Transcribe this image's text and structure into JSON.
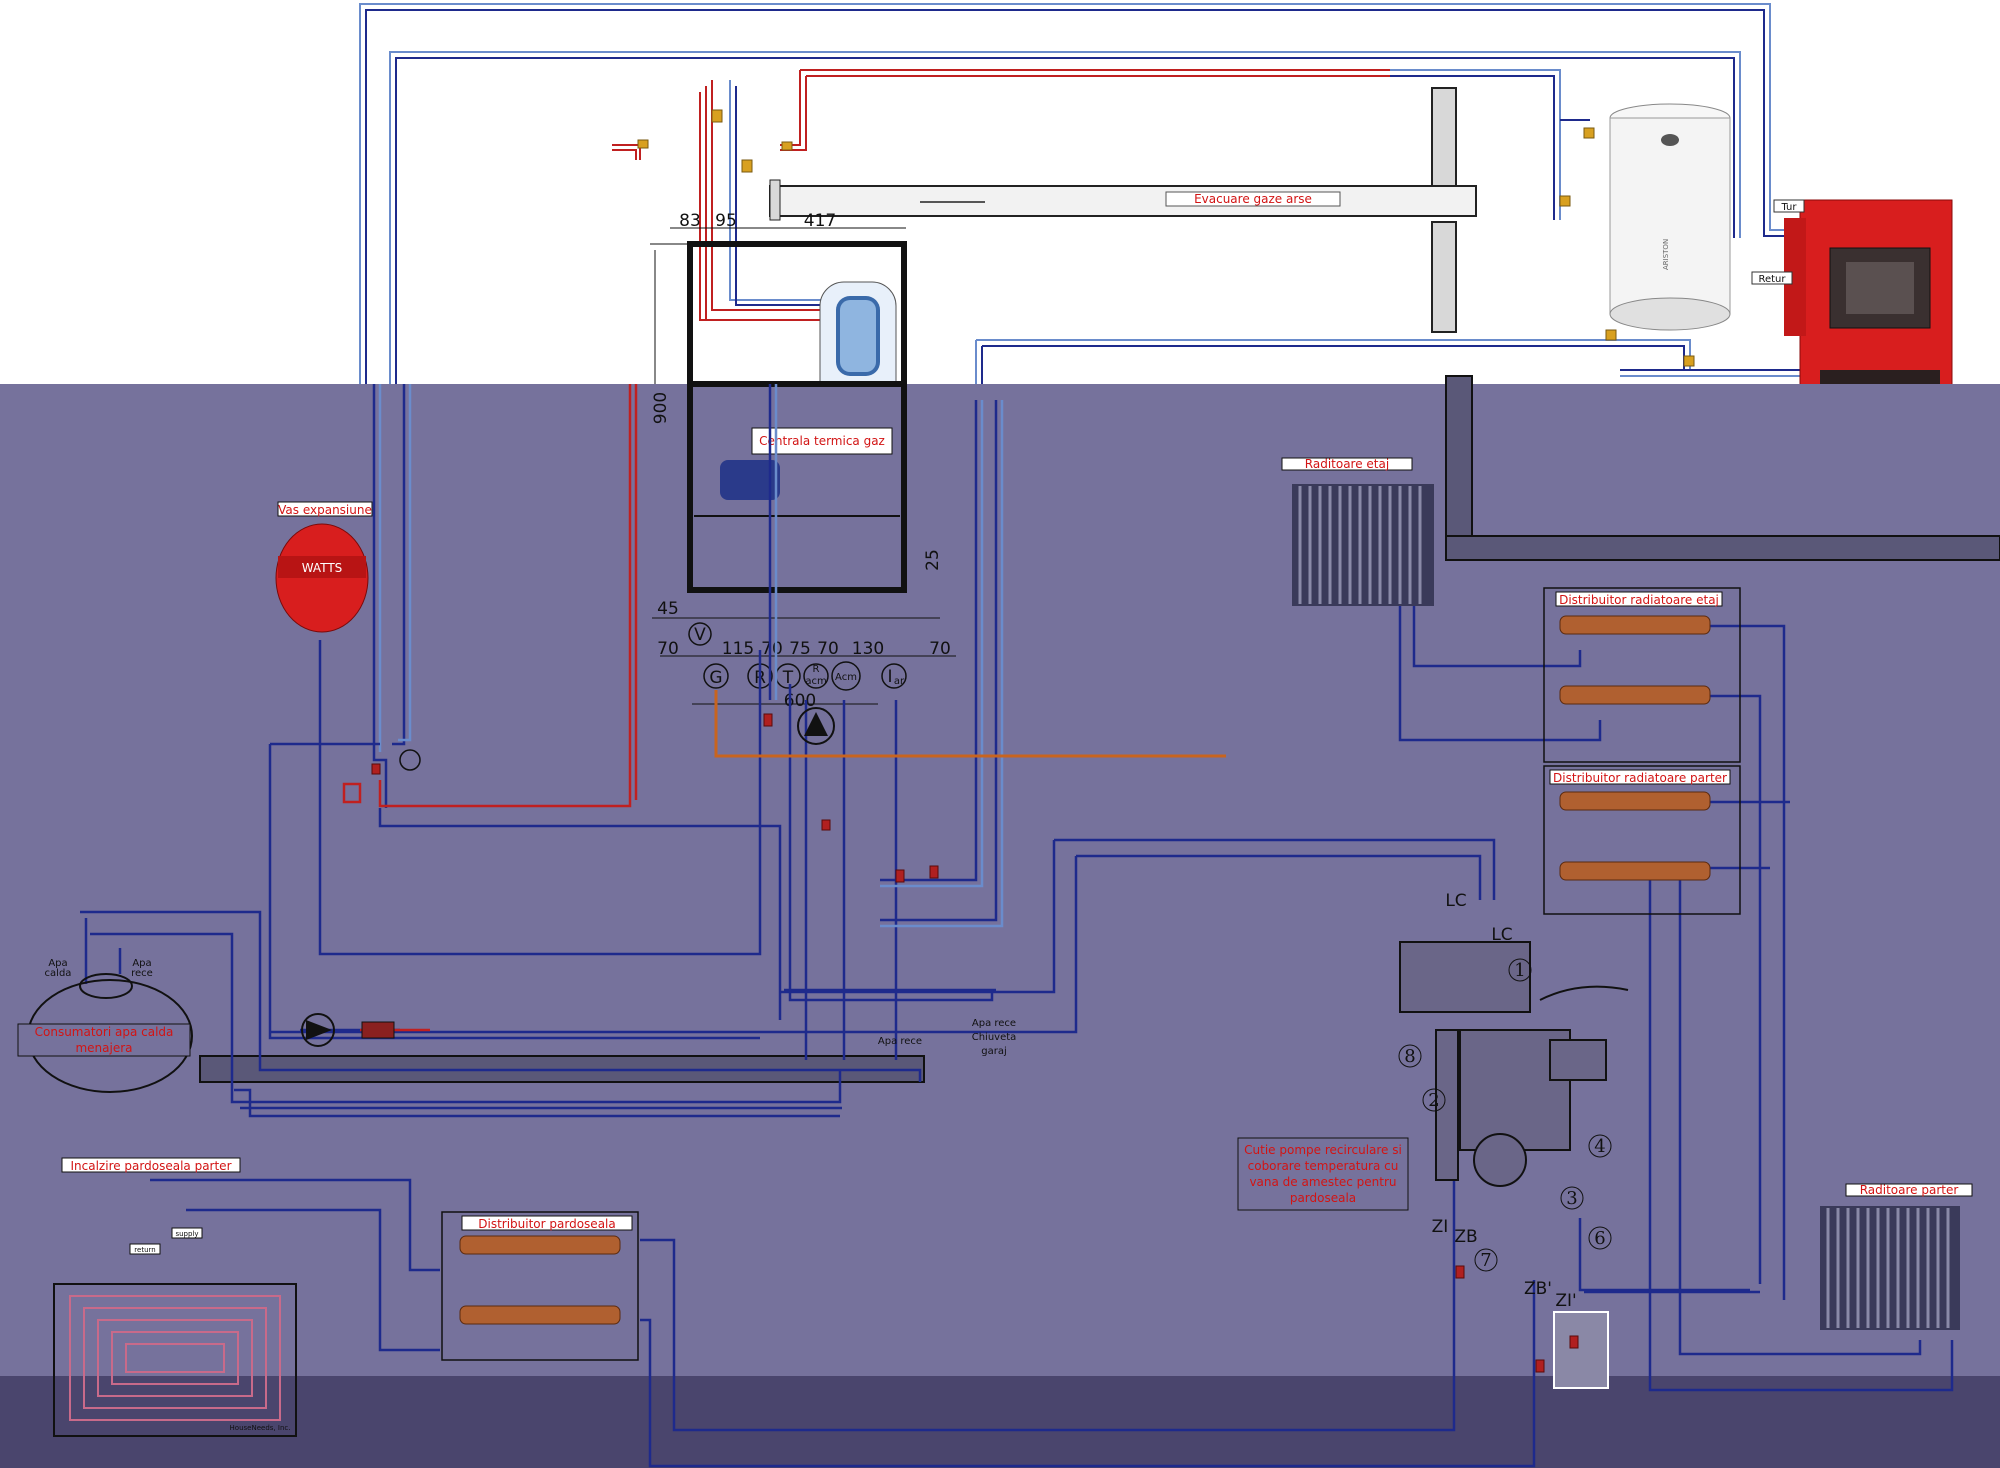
{
  "labels": {
    "evacuare": "Evacuare gaze arse",
    "centrala": "Centrala termica gaz",
    "vas": "Vas expansiune",
    "raditoare_etaj": "Raditoare etaj",
    "raditoare_parter": "Raditoare parter",
    "distrib_etaj": "Distribuitor radiatoare etaj",
    "distrib_parter": "Distribuitor radiatoare parter",
    "distrib_pardoseala": "Distribuitor pardoseala",
    "incalzire_pardoseala": "Incalzire pardoseala parter",
    "consumatori_1": "Consumatori apa calda",
    "consumatori_2": "menajera",
    "cutie_1": "Cutie pompe recirculare si",
    "cutie_2": "coborare temperatura cu",
    "cutie_3": "vana de amestec pentru",
    "cutie_4": "pardoseala",
    "tur": "Tur",
    "retur": "Retur",
    "apa_calda_1": "Apa",
    "apa_calda_2": "calda",
    "apa_rece_1": "Apa",
    "apa_rece_2": "rece",
    "apa_rece_main": "Apa rece",
    "apa_rece_chiuveta_1": "Apa rece",
    "apa_rece_chiuveta_2": "Chiuveta",
    "apa_rece_chiuveta_3": "garaj",
    "return_tag": "return",
    "supply_tag": "supply",
    "watts": "WATTS",
    "heat_brand": "HouseNeeds, Inc."
  },
  "dimensions": {
    "d83": "83",
    "d95": "95",
    "d417": "417",
    "d900": "900",
    "d25": "25",
    "d45": "45",
    "d70a": "70",
    "d115": "115",
    "d70b": "70",
    "d75": "75",
    "d70c": "70",
    "d130": "130",
    "d70d": "70",
    "d600": "600"
  },
  "connections": {
    "V": "V",
    "G": "G",
    "R": "R",
    "T": "T",
    "Racm_top": "R",
    "Racm_bottom": "acm",
    "Acm": "Acm",
    "Iar": "I",
    "Iar_sub": "ar"
  },
  "mixing_unit": {
    "numbers": [
      "1",
      "2",
      "3",
      "4",
      "6",
      "7",
      "8"
    ],
    "LC1": "LC",
    "LC2": "LC",
    "ZI": "ZI",
    "ZB": "ZB",
    "ZBprime": "ZB'",
    "ZIprime": "ZI'"
  },
  "colors": {
    "overlay": "#76729c",
    "overlay_bottom": "#4a456d",
    "pipe_blue": "#1e2a8c",
    "pipe_light": "#6a8ccc",
    "pipe_red": "#c02020",
    "pipe_orange": "#c8641e",
    "boiler_red": "#d81e1e"
  }
}
